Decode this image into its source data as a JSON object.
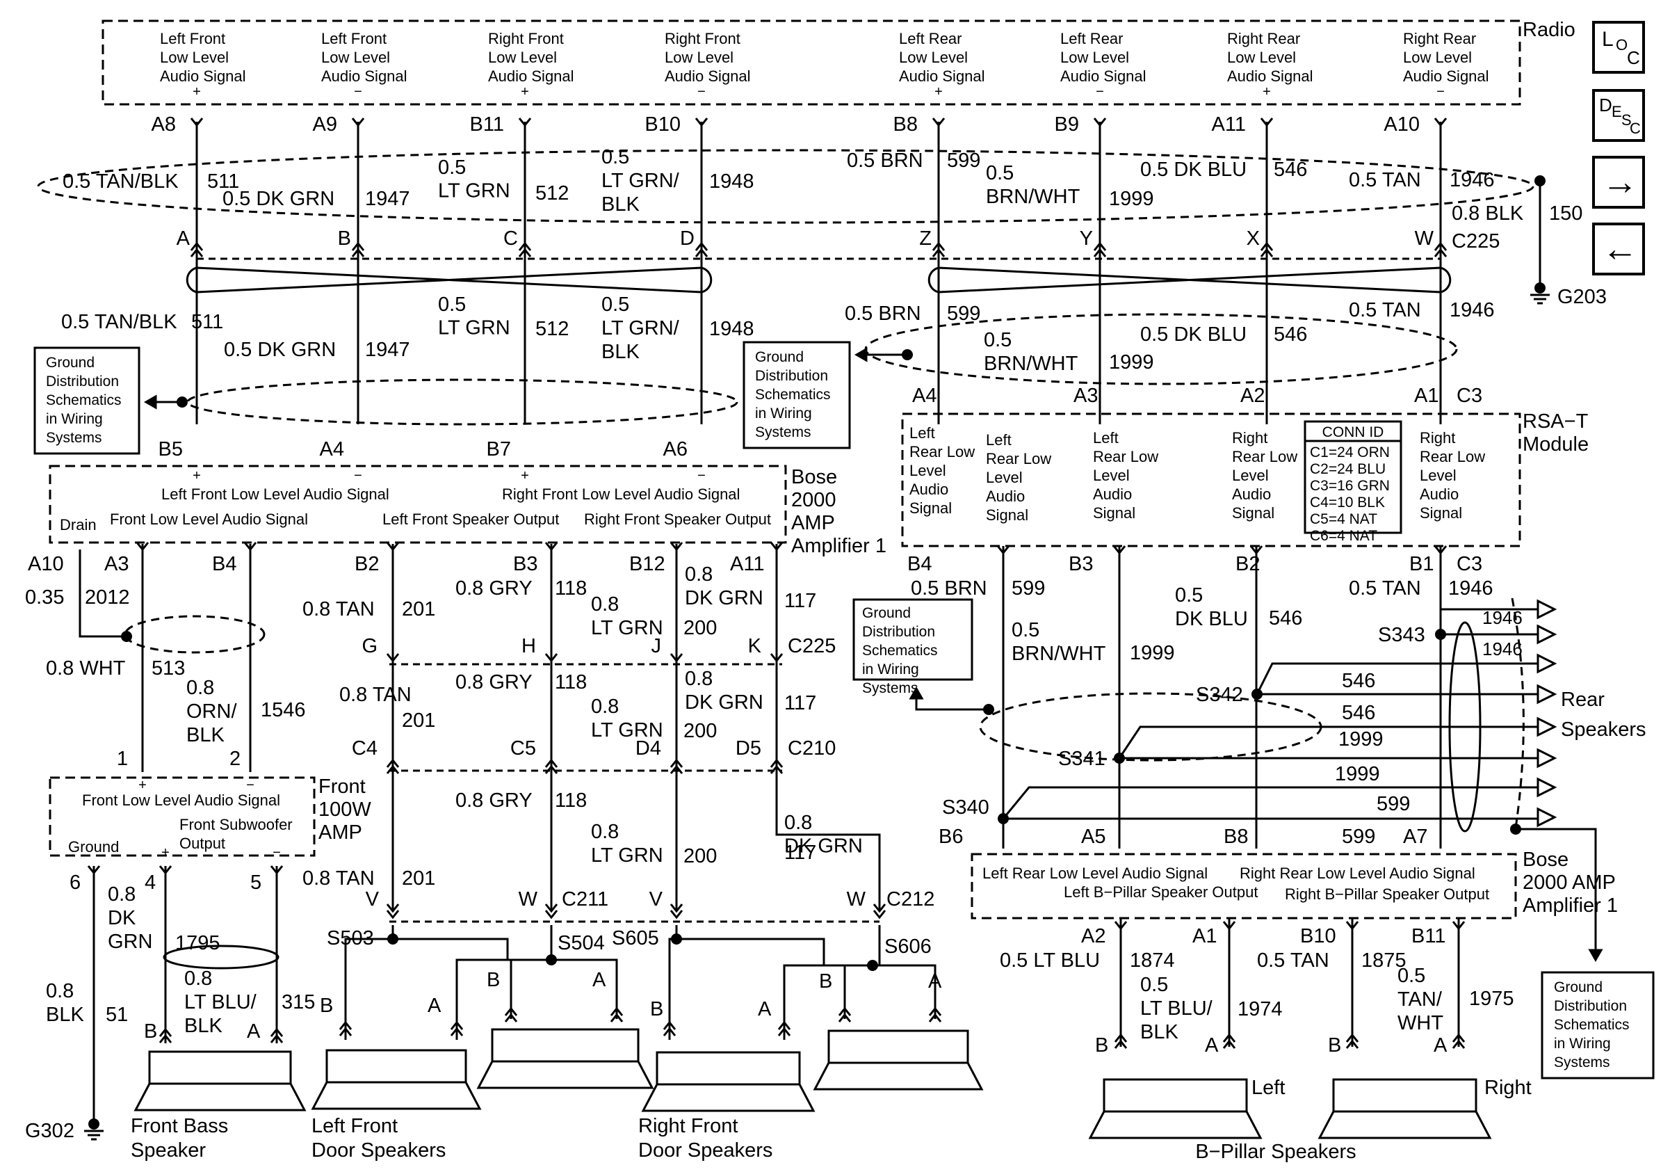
{
  "nav": {
    "loc_parts": [
      "L",
      "O",
      "C"
    ],
    "desc_parts": [
      "D",
      "E",
      "S",
      "C"
    ],
    "next": "→",
    "prev": "←"
  },
  "radio": {
    "title": "Radio",
    "pins": [
      {
        "name": "Left Front\nLow Level\nAudio Signal",
        "sign": "+",
        "pin": "A8"
      },
      {
        "name": "Left Front\nLow Level\nAudio Signal",
        "sign": "−",
        "pin": "A9"
      },
      {
        "name": "Right Front\nLow Level\nAudio Signal",
        "sign": "+",
        "pin": "B11"
      },
      {
        "name": "Right Front\nLow Level\nAudio Signal",
        "sign": "−",
        "pin": "B10"
      },
      {
        "name": "Left Rear\nLow Level\nAudio Signal",
        "sign": "+",
        "pin": "B8"
      },
      {
        "name": "Left Rear\nLow Level\nAudio Signal",
        "sign": "−",
        "pin": "B9"
      },
      {
        "name": "Right Rear\nLow Level\nAudio Signal",
        "sign": "+",
        "pin": "A11"
      },
      {
        "name": "Right Rear\nLow Level\nAudio Signal",
        "sign": "−",
        "pin": "A10"
      }
    ]
  },
  "wires_top": [
    {
      "gauge": "0.5 TAN/BLK",
      "circuit": "511"
    },
    {
      "gauge": "0.5 DK GRN",
      "circuit": "1947"
    },
    {
      "gauge": "0.5\nLT GRN",
      "circuit": "512"
    },
    {
      "gauge": "0.5\nLT GRN/\nBLK",
      "circuit": "1948"
    },
    {
      "gauge": "0.5 BRN",
      "circuit": "599"
    },
    {
      "gauge": "0.5\nBRN/WHT",
      "circuit": "1999"
    },
    {
      "gauge": "0.5 DK BLU",
      "circuit": "546"
    },
    {
      "gauge": "0.5 TAN",
      "circuit": "1946"
    }
  ],
  "drain": {
    "gauge": "0.8 BLK",
    "circuit": "150",
    "ground": "G203"
  },
  "c225_top": {
    "name": "C225",
    "pins": [
      "A",
      "B",
      "C",
      "D",
      "Z",
      "Y",
      "X",
      "W"
    ]
  },
  "ground_ref": "Ground\nDistribution\nSchematics\nin Wiring\nSystems",
  "bose_front_amp": {
    "title": "Bose\n2000\nAMP\nAmplifier 1",
    "in_pins": [
      "B5",
      "A4",
      "B7",
      "A6"
    ],
    "labels": [
      "Left Front Low Level Audio Signal",
      "Right Front Low Level Audio Signal",
      "Drain",
      "Front Low Level Audio Signal",
      "Left Front Speaker Output",
      "Right Front Speaker Output"
    ],
    "out_pins": [
      "A10",
      "A3",
      "B4",
      "B2",
      "B3",
      "B12",
      "A11"
    ]
  },
  "rsa": {
    "title": "RSA−T\nModule",
    "in_pins": [
      "A4",
      "A3",
      "A2",
      "A1",
      "C3"
    ],
    "labels": [
      "Left\nRear Low\nLevel\nAudio\nSignal",
      "Left\nRear Low\nLevel\nAudio\nSignal",
      "Left\nRear Low\nLevel\nAudio\nSignal",
      "Right\nRear Low\nLevel\nAudio\nSignal",
      "Right\nRear Low\nLevel\nAudio\nSignal"
    ],
    "conn_id": {
      "title": "CONN ID",
      "rows": [
        "C1=24 ORN",
        "C2=24 BLU",
        "C3=16 GRN",
        "C4=10 BLK",
        "C5=4 NAT",
        "C6=4 NAT"
      ]
    },
    "out_pins": [
      "B4",
      "B3",
      "B2",
      "B1",
      "C3"
    ]
  },
  "front_lower": {
    "wires": [
      {
        "gauge": "0.35",
        "circuit": "2012"
      },
      {
        "gauge": "0.8 WHT",
        "circuit": "513"
      },
      {
        "gauge": "0.8\nORN/\nBLK",
        "circuit": "1546"
      },
      {
        "gauge": "0.8 TAN",
        "circuit": "201"
      },
      {
        "gauge": "0.8 GRY",
        "circuit": "118"
      },
      {
        "gauge": "0.8\nLT GRN",
        "circuit": "200"
      },
      {
        "gauge": "0.8\nDK GRN",
        "circuit": "117"
      }
    ],
    "c225": {
      "name": "C225",
      "pins": [
        "G",
        "H",
        "J",
        "K"
      ]
    },
    "c210": {
      "name": "C210",
      "pins": [
        "C4",
        "C5",
        "D4",
        "D5"
      ]
    },
    "c211": {
      "name": "C211",
      "pins": [
        "V",
        "W"
      ]
    },
    "c212": {
      "name": "C212",
      "pins": [
        "V",
        "W"
      ]
    },
    "splices": [
      "S503",
      "S504",
      "S605",
      "S606"
    ]
  },
  "front_amp": {
    "title": "Front\n100W\nAMP",
    "pins_in": [
      "1",
      "2"
    ],
    "labels": [
      "Front Low Level Audio Signal",
      "Ground",
      "Front Subwoofer\nOutput"
    ],
    "pins_out": [
      "6",
      "4",
      "5"
    ],
    "wires": [
      {
        "gauge": "0.8\nDK\nGRN",
        "circuit": "1795"
      },
      {
        "gauge": "0.8\nLT BLU/\nBLK",
        "circuit": "315"
      },
      {
        "gauge": "0.8\nBLK",
        "circuit": "51"
      }
    ],
    "ground": "G302"
  },
  "rear_lower": {
    "wires": [
      {
        "gauge": "0.5 BRN",
        "circuit": "599"
      },
      {
        "gauge": "0.5\nBRN/WHT",
        "circuit": "1999"
      },
      {
        "gauge": "0.5\nDK BLU",
        "circuit": "546"
      },
      {
        "gauge": "0.5 TAN",
        "circuit": "1946"
      }
    ],
    "splices": [
      "S343",
      "S342",
      "S341",
      "S340"
    ],
    "speaker_circuits": [
      "1946",
      "1946",
      "546",
      "546",
      "1999",
      "1999",
      "599",
      "599"
    ],
    "rear_speakers": "Rear\nSpeakers"
  },
  "bose_rear_amp": {
    "title": "Bose\n2000 AMP\nAmplifier 1",
    "in_pins": [
      "B6",
      "A5",
      "B8",
      "A7"
    ],
    "labels": [
      "Left Rear Low Level Audio Signal",
      "Right Rear Low Level Audio Signal",
      "Left B−Pillar Speaker Output",
      "Right B−Pillar Speaker Output"
    ],
    "out_pins": [
      "A2",
      "A1",
      "B10",
      "B11"
    ],
    "wires": [
      {
        "gauge": "0.5 LT BLU",
        "circuit": "1874"
      },
      {
        "gauge": "0.5\nLT BLU/\nBLK",
        "circuit": "1974"
      },
      {
        "gauge": "0.5 TAN",
        "circuit": "1875"
      },
      {
        "gauge": "0.5\nTAN/\nWHT",
        "circuit": "1975"
      }
    ]
  },
  "speakers": {
    "front_bass": "Front Bass\nSpeaker",
    "left_front": "Left Front\nDoor Speakers",
    "right_front": "Right Front\nDoor Speakers",
    "b_pillar": "B−Pillar Speakers",
    "left": "Left",
    "right": "Right",
    "terminal_a": "A",
    "terminal_b": "B"
  }
}
